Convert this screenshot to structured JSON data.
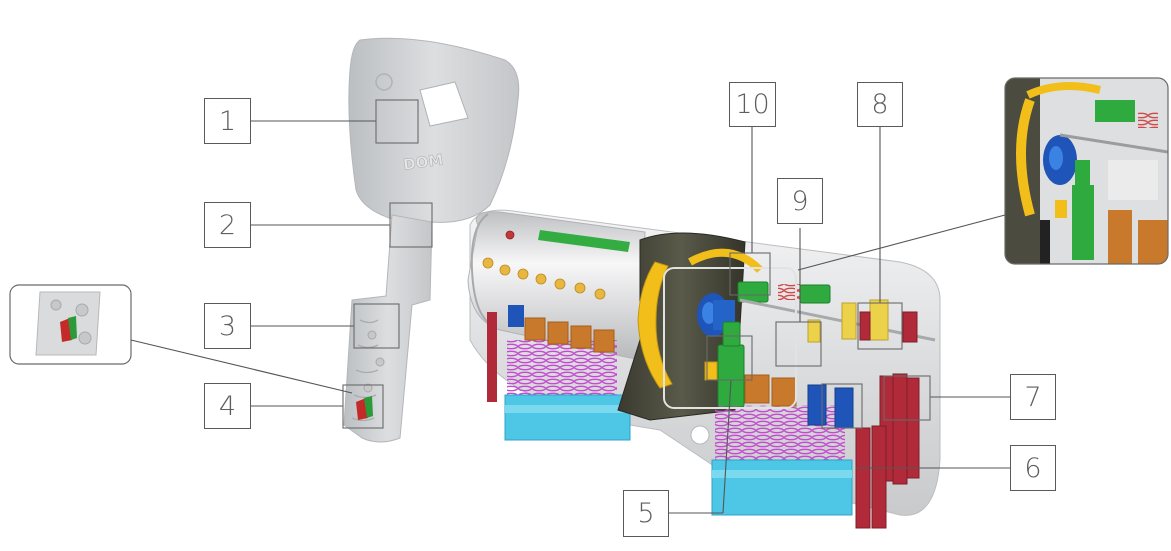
{
  "callouts": [
    {
      "id": "1",
      "label": "1"
    },
    {
      "id": "2",
      "label": "2"
    },
    {
      "id": "3",
      "label": "3"
    },
    {
      "id": "4",
      "label": "4"
    },
    {
      "id": "5",
      "label": "5"
    },
    {
      "id": "6",
      "label": "6"
    },
    {
      "id": "7",
      "label": "7"
    },
    {
      "id": "8",
      "label": "8"
    },
    {
      "id": "9",
      "label": "9"
    },
    {
      "id": "10",
      "label": "10"
    }
  ],
  "key_logo_text": "DOM",
  "colors": {
    "key_metal": "#d2d4d6",
    "cylinder_body": "#e8e9ea",
    "cam": "#4a4a3c",
    "ring": "#f2bf1a",
    "blue_pin": "#1f55b8",
    "green_part": "#2faa3f",
    "orange_pin": "#c87a2a",
    "spring": "#cc44cc",
    "cyan_base": "#48c4e4",
    "red_pin": "#b02a3a",
    "yellow_pin": "#ecd14a",
    "callout_line": "#555555"
  }
}
